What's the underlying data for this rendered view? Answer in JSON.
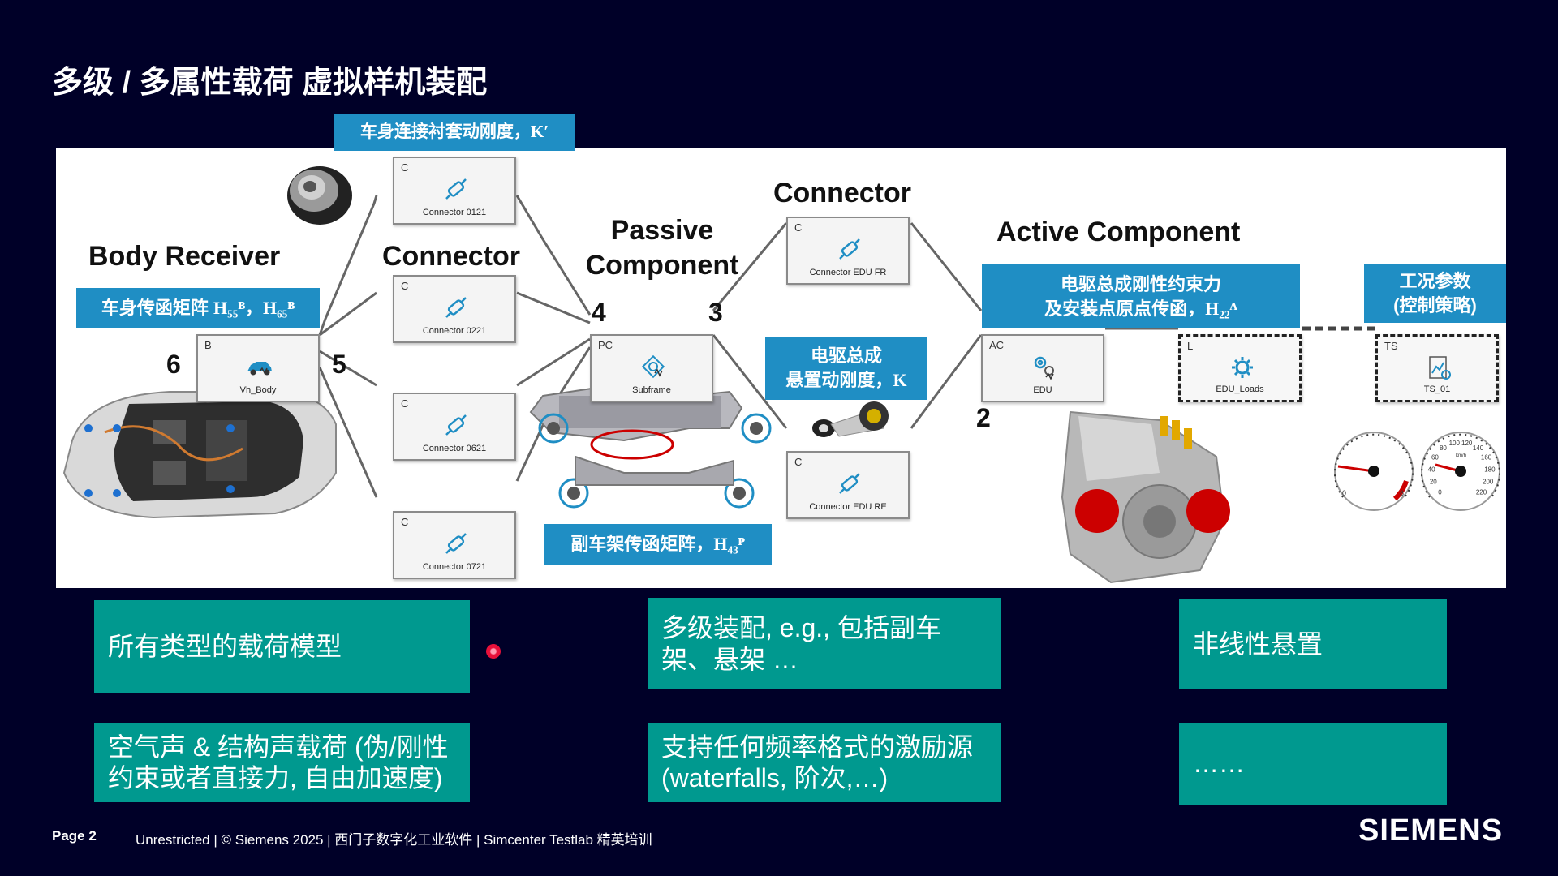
{
  "title": "多级 / 多属性载荷 虚拟样机装配",
  "sections": {
    "body_receiver": "Body Receiver",
    "connector_left": "Connector",
    "passive_line1": "Passive",
    "passive_line2": "Component",
    "connector_right": "Connector",
    "active": "Active Component"
  },
  "numbers": {
    "n6": "6",
    "n5": "5",
    "n4": "4",
    "n3": "3",
    "n2": "2"
  },
  "boxes": {
    "bushing": "车身连接衬套动刚度，",
    "bushing_sym": "K′",
    "body_tf": "车身传函矩阵 ",
    "body_tf_sym": "H₅₅ᴮ，H₆₅ᴮ",
    "subframe_tf": "副车架传函矩阵，",
    "subframe_tf_sym": "H₄₃ᴾ",
    "mount_line1": "电驱总成",
    "mount_line2": "悬置动刚度，",
    "mount_sym": "K",
    "edu_line1": "电驱总成刚性约束力",
    "edu_line2": "及安装点原点传函，",
    "edu_sym": "H₂₂ᴬ",
    "op_line1": "工况参数",
    "op_line2": "(控制策略)"
  },
  "nodes": {
    "c0121": {
      "tag": "C",
      "label": "Connector 0121"
    },
    "c0221": {
      "tag": "C",
      "label": "Connector 0221"
    },
    "c0621": {
      "tag": "C",
      "label": "Connector 0621"
    },
    "c0721": {
      "tag": "C",
      "label": "Connector 0721"
    },
    "body": {
      "tag": "B",
      "label": "Vh_Body"
    },
    "subframe": {
      "tag": "PC",
      "label": "Subframe"
    },
    "cfr": {
      "tag": "C",
      "label": "Connector EDU FR"
    },
    "cre": {
      "tag": "C",
      "label": "Connector EDU RE"
    },
    "edu": {
      "tag": "AC",
      "label": "EDU"
    },
    "loads": {
      "tag": "L",
      "label": "EDU_Loads"
    },
    "ts": {
      "tag": "TS",
      "label": "TS_01"
    }
  },
  "features": {
    "f1": "所有类型的载荷模型",
    "f2": "多级装配, e.g., 包括副车架、悬架 …",
    "f3": "非线性悬置",
    "f4": "空气声 & 结构声载荷 (伪/刚性约束或者直接力, 自由加速度)",
    "f5": "支持任何频率格式的激励源 (waterfalls, 阶次,…)",
    "f6": "……"
  },
  "footer": {
    "page": "Page 2",
    "text": "Unrestricted | © Siemens 2025 | 西门子数字化工业软件 | Simcenter Testlab 精英培训",
    "logo": "SIEMENS"
  },
  "gauges": {
    "left_ticks": [
      "0",
      "8"
    ],
    "right_ticks": [
      "0",
      "20",
      "40",
      "60",
      "80",
      "100",
      "120",
      "140",
      "160",
      "180",
      "200",
      "220"
    ],
    "right_unit": "km/h"
  },
  "colors": {
    "background": "#000028",
    "blue": "#1f8ec4",
    "teal": "#00998f",
    "red_marker": "#cc0000"
  }
}
